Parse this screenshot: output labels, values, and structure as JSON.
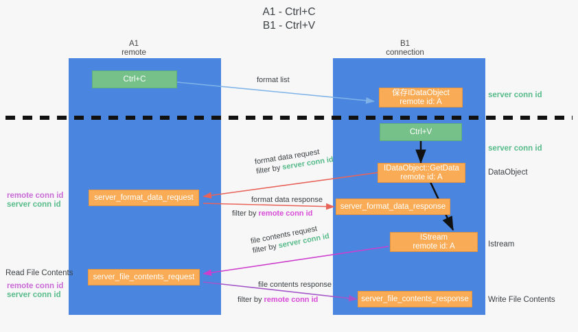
{
  "title": "A1 - Ctrl+C\nB1 - Ctrl+V",
  "lanes": [
    {
      "name": "a1",
      "header": "A1\nremote"
    },
    {
      "name": "b1",
      "header": "B1\nconnection"
    }
  ],
  "nodes": [
    {
      "name": "ctrl-c",
      "label": "Ctrl+C",
      "color": "green"
    },
    {
      "name": "idataobject-create",
      "label": "保存IDataObject\nremote id: A",
      "color": "orange"
    },
    {
      "name": "ctrl-v",
      "label": "Ctrl+V",
      "color": "green"
    },
    {
      "name": "idataobject-getdata",
      "label": "IDataObject::GetData\nremote id: A",
      "color": "orange"
    },
    {
      "name": "server-format-data-request",
      "label": "server_format_data_request",
      "color": "orange"
    },
    {
      "name": "server-format-data-response",
      "label": "server_format_data_response",
      "color": "orange"
    },
    {
      "name": "istream",
      "label": "IStream\nremote id: A",
      "color": "orange"
    },
    {
      "name": "server-file-contents-request",
      "label": "server_file_contents_request",
      "color": "orange"
    },
    {
      "name": "server-file-contents-response",
      "label": "server_file_contents_response",
      "color": "orange"
    }
  ],
  "edges": [
    {
      "name": "format-list",
      "label": "format list"
    },
    {
      "name": "format-data-request",
      "line1": "format data request",
      "line2_prefix": "filter by ",
      "line2_highlight": "server conn id"
    },
    {
      "name": "format-data-response",
      "line1": "format data response",
      "line2_prefix": "filter by ",
      "line2_highlight": "remote conn id"
    },
    {
      "name": "file-contents-request",
      "line1": "file contents request",
      "line2_prefix": "filter by ",
      "line2_highlight": "server conn id"
    },
    {
      "name": "file-contents-response",
      "line1": "file contents response",
      "line2_prefix": "filter by ",
      "line2_highlight": "remote conn id"
    }
  ],
  "annotations": {
    "server_conn_id_top": "server conn id",
    "server_conn_id_mid": "server conn id",
    "dataobject": "DataObject",
    "istream": "Istream",
    "write_file_contents": "Write File Contents",
    "read_file_contents": "Read File Contents",
    "remote_conn_id": "remote conn id",
    "server_conn_id": "server conn id",
    "remote_conn_id_2": "remote conn id",
    "server_conn_id_2": "server conn id"
  },
  "colors": {
    "lane": "#4a86e0",
    "orange": "#f9ab55",
    "green": "#76c08a",
    "green_text": "#57bb8a",
    "magenta_text": "#d84ad8",
    "red_arrow": "#e8645a",
    "magenta_arrow": "#cc3ecc",
    "purple_arrow": "#a455c8",
    "blue_arrow": "#7fb3e8",
    "black": "#111111"
  }
}
